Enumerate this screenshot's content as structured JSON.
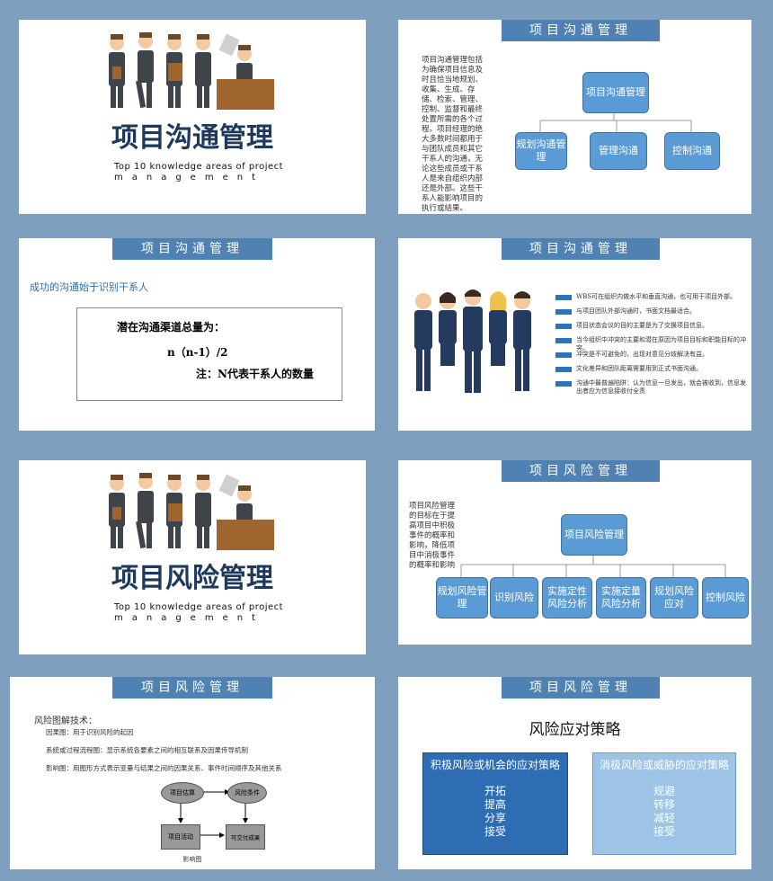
{
  "slide1": {
    "title": "项目沟通管理",
    "subtitle_line1": "Top 10 knowledge areas of project",
    "subtitle_line2": "management"
  },
  "slide2": {
    "header": "项目沟通管理",
    "paragraph": "项目沟通管理包括为确保项目信息及时且恰当地规划、收集、生成、存储、检索、管理、控制、监督和最终处置所需的各个过程。项目经理的绝大多数时间都用于与团队成员和其它干系人的沟通，无论这些成员或干系人是来自组织内部还是外部。这些干系人能影响项目的执行或结果。",
    "root": "项目沟通管理",
    "children": [
      "规划沟通管理",
      "管理沟通",
      "控制沟通"
    ]
  },
  "slide3": {
    "header": "项目沟通管理",
    "intro": "成功的沟通始于识别干系人",
    "line1": "潜在沟通渠道总量为：",
    "formula": "n（n-1）/2",
    "note": "注：N代表干系人的数量"
  },
  "slide4": {
    "header": "项目沟通管理",
    "bullets": [
      "WBS可在组织内做水平和垂直沟通，也可用于项目外部。",
      "与项目团队外部沟通时，书面文档最适合。",
      "项目状态会议的目的主要是为了交换项目信息。",
      "当今组织中冲突的主要和潜在原因为项目目标和职能目标的冲突。",
      "冲突是不可避免的，出现对意见分歧解决有益。",
      "文化差异和团队距离需要用到正式书面沟通。",
      "沟通中最普遍陷阱：认为信息一旦发出，就会被收到，信息发出者应为信息接收付全责"
    ]
  },
  "slide5": {
    "title": "项目风险管理",
    "subtitle_line1": "Top 10 knowledge areas of project",
    "subtitle_line2": "management"
  },
  "slide6": {
    "header": "项目风险管理",
    "paragraph": "项目风险管理的目标在于提高项目中积极事件的概率和影响，降低项目中消极事件的概率和影响",
    "root": "项目风险管理",
    "children": [
      "规划风险管理",
      "识别风险",
      "实施定性风险分析",
      "实施定量风险分析",
      "规划风险应对",
      "控制风险"
    ]
  },
  "slide7": {
    "header": "项目风险管理",
    "heading": "风险图解技术：",
    "item1": "因果图：用于识别风险的起因",
    "item2": "系统或过程流程图：显示系统各要素之间的相互联系及因果传导机制",
    "item3": "影响图：用图形方式表示变量与结果之间的因果关系、事件时间顺序及其他关系",
    "node_a": "项目估算",
    "node_b": "风险条件",
    "node_c": "项目活动",
    "node_d": "可交付成果",
    "caption": "影响图"
  },
  "slide8": {
    "header": "项目风险管理",
    "heading": "风险应对策略",
    "left_title": "积极风险或机会的应对策略",
    "left_items": [
      "开拓",
      "提高",
      "分享",
      "接受"
    ],
    "right_title": "消极风险或威胁的应对策略",
    "right_items": [
      "规避",
      "转移",
      "减轻",
      "接受"
    ]
  },
  "colors": {
    "background": "#7f9fbe",
    "header_bar": "#4f81b2",
    "box_blue": "#5b9bd5",
    "dark_blue": "#2e6db4",
    "light_blue": "#9dc3e6"
  }
}
